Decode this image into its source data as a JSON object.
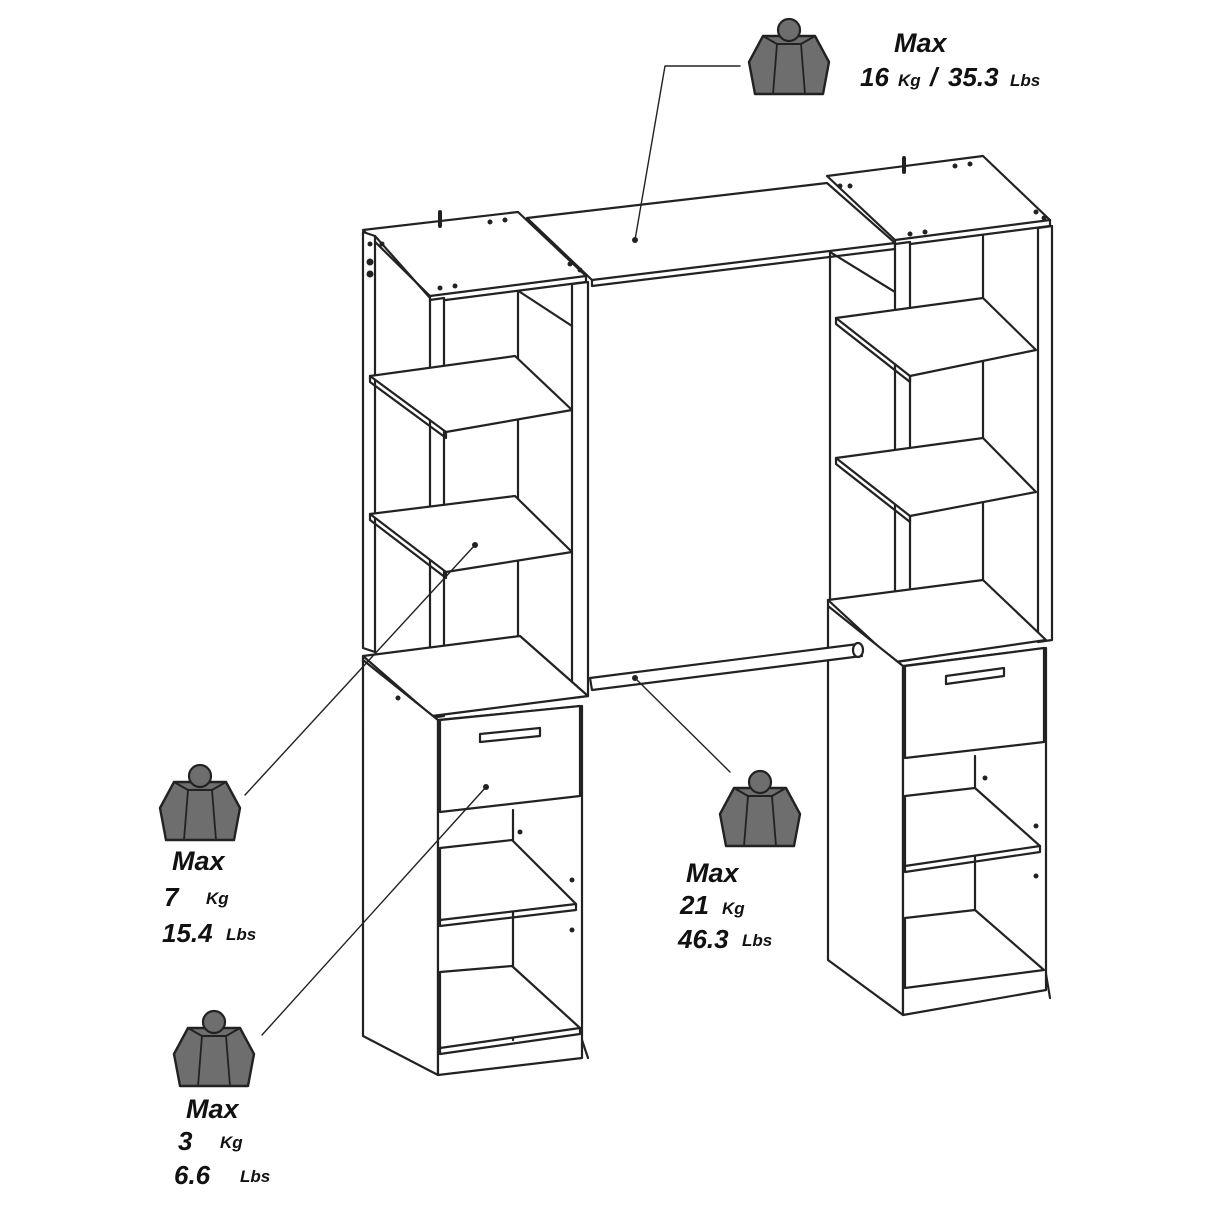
{
  "diagram": {
    "colors": {
      "weight": "#6e6e6e",
      "line": "#222222",
      "paper": "#ffffff"
    },
    "labels": {
      "top": {
        "max": "Max",
        "kg_value": "16",
        "kg_unit": "Kg",
        "separator": "/",
        "lbs_value": "35.3",
        "lbs_unit": "Lbs"
      },
      "shelf": {
        "max": "Max",
        "kg_value": "7",
        "kg_unit": "Kg",
        "lbs_value": "15.4",
        "lbs_unit": "Lbs"
      },
      "rail": {
        "max": "Max",
        "kg_value": "21",
        "kg_unit": "Kg",
        "lbs_value": "46.3",
        "lbs_unit": "Lbs"
      },
      "drawer": {
        "max": "Max",
        "kg_value": "3",
        "kg_unit": "Kg",
        "lbs_value": "6.6",
        "lbs_unit": "Lbs"
      }
    }
  }
}
